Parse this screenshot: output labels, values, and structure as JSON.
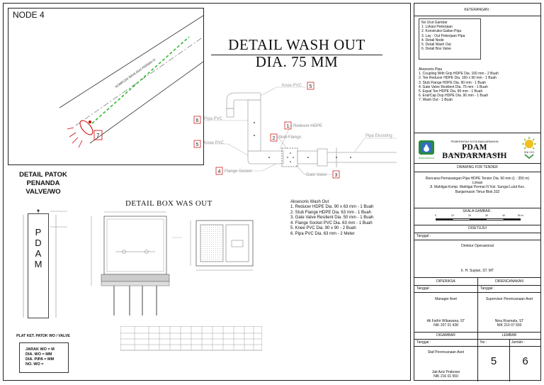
{
  "node_label": "NODE 4",
  "pipe_text": "KOMPLEK MAHLIGAI PERMAI IV",
  "callout_7": "7",
  "wash_out": {
    "title_line1": "DETAIL WASH OUT",
    "title_line2": "DIA. 75 MM",
    "labels": [
      {
        "num": "5",
        "text": "Knee PVC"
      },
      {
        "num": "6",
        "text": "Pipa PVC"
      },
      {
        "num": "5",
        "text": "Knee PVC"
      },
      {
        "num": "1",
        "text": "Reducer HDPE"
      },
      {
        "num": "2",
        "text": "Stub Flange"
      },
      {
        "num": "4",
        "text": "Flange Socket"
      },
      {
        "num": "3",
        "text": "Gate Valve"
      },
      {
        "num": "",
        "text": "Pipa Eksisting"
      }
    ]
  },
  "patok": {
    "title_line1": "DETAIL PATOK",
    "title_line2": "PENANDA",
    "title_line3": "VALVE/WO",
    "letters": [
      "P",
      "D",
      "A",
      "M"
    ],
    "plat_title": "PLAT KET. PATOK WO / VALVE",
    "plat_lines": [
      "JARAK WO = M",
      "DIA. WO = MM",
      "DIA. PIPA = MM",
      "NO. WO ="
    ]
  },
  "box": {
    "title": "DETAIL BOX WAS OUT"
  },
  "aksesoris_wo": {
    "title": "Aksesoris Wash Out",
    "items": [
      "1. Reducer HDPE Dia. 90 x 63 mm - 1 Buah",
      "2. Stub Flange HDPE Dia. 63 mm - 1 Buah",
      "3. Gate Valve Resilient Dia. 50 mm - 1 Buah",
      "4. Flange Socket PVC Dia. 63 mm - 1 Buah",
      "5. Knee PVC Dia. 90 x 90 - 2 Buah",
      "6. Pipa PVC Dia. 63 mm - 2 Meter"
    ]
  },
  "title_block": {
    "keterangan": "KETERANGAN :",
    "urut_items": [
      "No Urut Gambar",
      "1. Lokasi Pekerjaan",
      "2. Konstruksi Galian Pipa",
      "3. Lay - Out Pekerjaan Pipa",
      "4. Detail Node",
      "5. Detail Wash Out",
      "6. Detail Box Valve"
    ],
    "aksesoris_title": "Aksesoris Pipa",
    "aksesoris_items": [
      "1. Coupling With Grip HDPE Dia. 160 mm - 2 Buah",
      "2. Tee Reducer HDPE Dia. 160 x 90 mm - 1 Buah",
      "3. Stub Flange HDPE Dia. 90 mm - 1 Buah",
      "4. Gate Valve Resilient Dia. 75 mm - 1 Buah",
      "5. Equal Tee HDPE Dia. 90 mm - 1 Buah",
      "6. End/Cap Dop HDPE Dia. 90 mm - 1 Buah",
      "7. Wash Out - 1 Buah"
    ],
    "org_small": "PEMERINTAH KOTA BANJARMASIN",
    "org_name": "PDAM BANDARMASIH",
    "org_address": "JL. ACHMAD YANI NO.12 TELP.(0511) 3252499",
    "logo_caption": "BANDARMASIH",
    "badge_caption": "SNI ISO",
    "drawing_for": "DRAWING FOR TENDER",
    "project_lines": [
      "Rencana Pemasangan Pipa HDPE Tersier Dia. 90 mm (L : 355 m)",
      "Lokasi",
      "Jl. Mahligai Komp. Mahligai Permai IV Kel. Sungai Lulut Kec.",
      "Banjarmasin Timur Blok 332"
    ],
    "skala": "SKALA GAMBAR :",
    "scale_ticks": [
      "0",
      "10",
      "20",
      "30",
      "40",
      "50 m"
    ],
    "disetujui": "DISETUJUI",
    "tanggal": "Tanggal :",
    "direktur": "Direktur Operasional",
    "direktur_name": "Ir. H. Supian, ST. MT",
    "diperiksa": "DIPERIKSA",
    "direncanakan": "DIRENCANAKAN",
    "manager": "Manager Aset",
    "manager_name": "Ali Fathir Wibawana, ST",
    "manager_nik": "NIK 207 01 438",
    "supervisor": "Supervisor Perencanaan Aset",
    "supervisor_name": "Nina Rosmala, ST",
    "supervisor_nik": "NIK 210 07 500",
    "digambar": "DIGAMBAR",
    "lembar": "LEMBAR",
    "no_label": "No :",
    "jumlah_label": "Jumlah :",
    "staf": "Staf Perencanaan Aset",
    "staf_name": "Jati Aziz Prabowo",
    "staf_nik": "NIK 216 01 550",
    "sheet_no": "5",
    "sheet_total": "6"
  }
}
